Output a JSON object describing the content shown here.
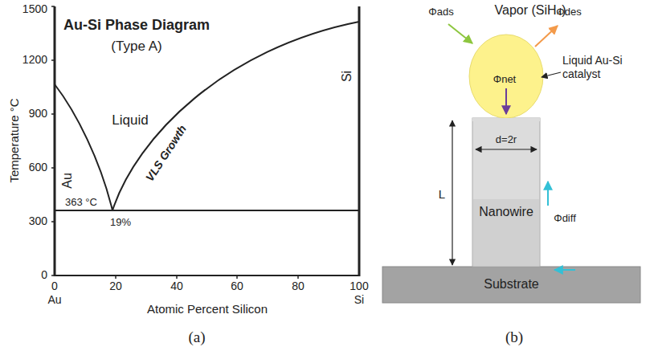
{
  "diagram": {
    "nodes": [
      {
        "text": [
          "Liquid Au-Si catalyst"
        ]
      },
      {
        "text": [
          "Nanowire"
        ]
      },
      {
        "text": [
          "Substrate"
        ]
      }
    ],
    "labels": [
      "Au-Si Phase Diagram",
      "(Type A)",
      "Liquid",
      "Au",
      "Si",
      "VLS Growth",
      "363 °C",
      "19%",
      "0",
      "300",
      "600",
      "900",
      "1200",
      "1500",
      "0",
      "20",
      "40",
      "60",
      "80",
      "100",
      "Au",
      "Si",
      "Atomic Percent Silicon",
      "Temperature °C",
      "(a)",
      "Vapor (SiH₄)",
      "Φads",
      "Φdes",
      "Φnet",
      "Φdiff",
      "d=2r",
      "L",
      "(b)"
    ]
  }
}
